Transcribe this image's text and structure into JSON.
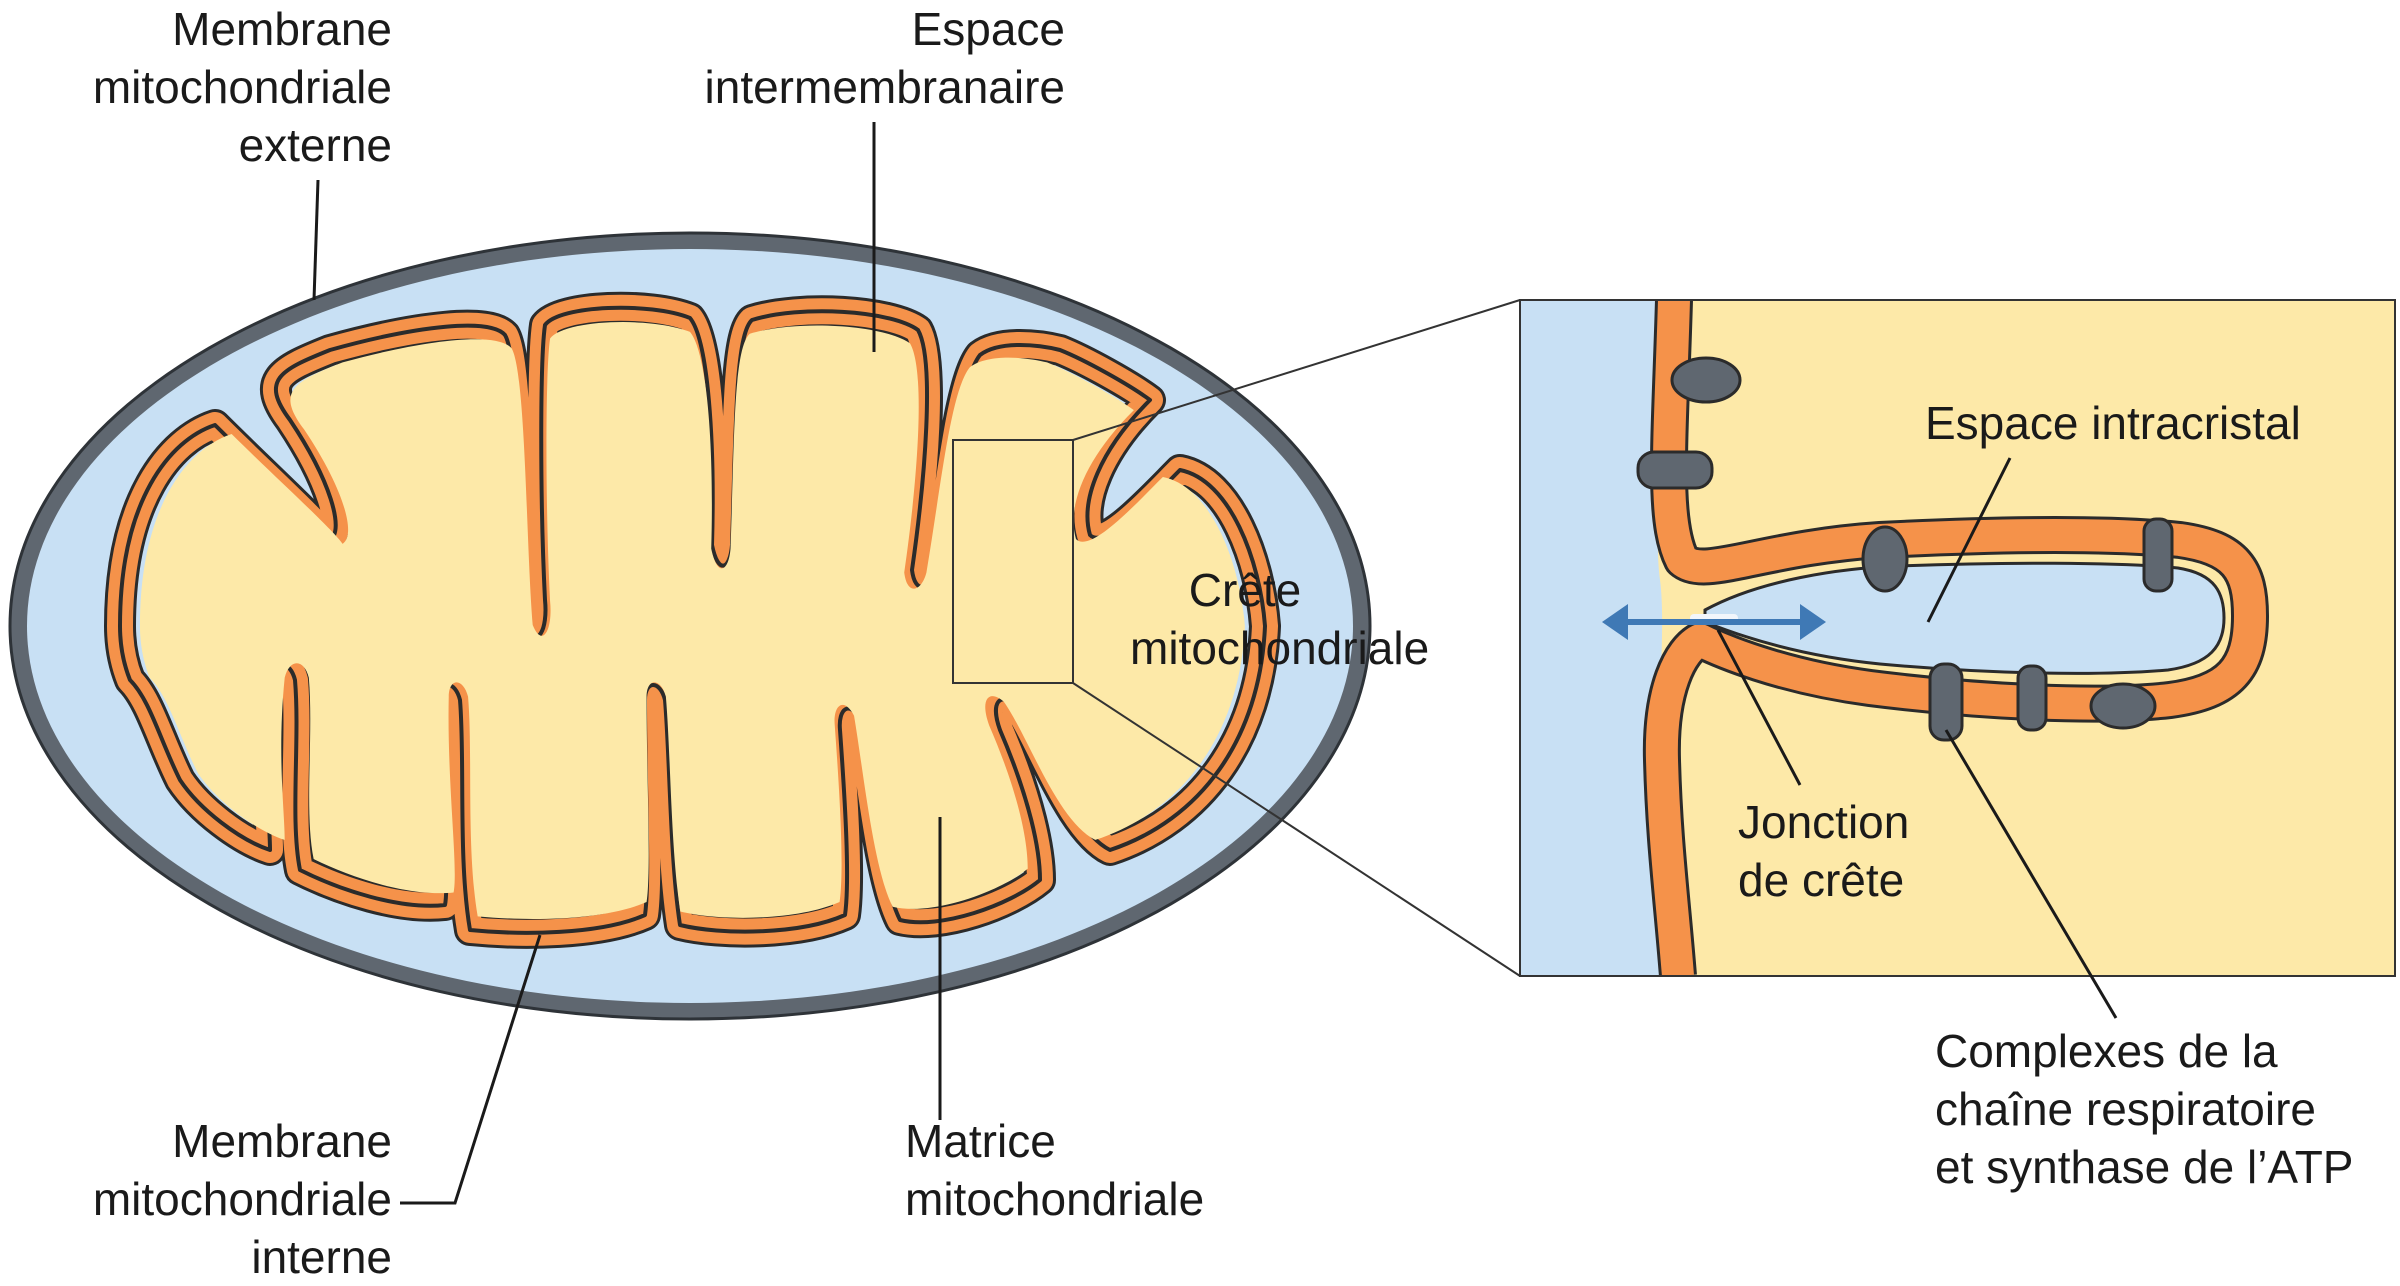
{
  "colors": {
    "outer_membrane": "#5f6770",
    "intermembrane_space": "#c8e0f4",
    "inner_membrane_fill": "#f5924a",
    "inner_membrane_outline": "#2b2b2b",
    "matrix": "#fde9a8",
    "protein_complex": "#5f6770",
    "arrow": "#3f79b5",
    "leader_line": "#1a1a1a"
  },
  "labels": {
    "outer_membrane": [
      "Membrane",
      "mitochondriale",
      "externe"
    ],
    "intermembrane_space": [
      "Espace",
      "intermembranaire"
    ],
    "crista": [
      "Crête",
      "mitochondriale"
    ],
    "inner_membrane": [
      "Membrane",
      "mitochondriale",
      "interne"
    ],
    "matrix": [
      "Matrice",
      "mitochondriale"
    ],
    "intracristal_space": [
      "Espace intracristal"
    ],
    "crista_junction": [
      "Jonction",
      "de crête"
    ],
    "complexes": [
      "Complexes de la",
      "chaîne respiratoire",
      "et synthase de l’ATP"
    ]
  },
  "icons": {
    "arrow": "double-headed-arrow-icon",
    "complex": "protein-complex-icon"
  }
}
